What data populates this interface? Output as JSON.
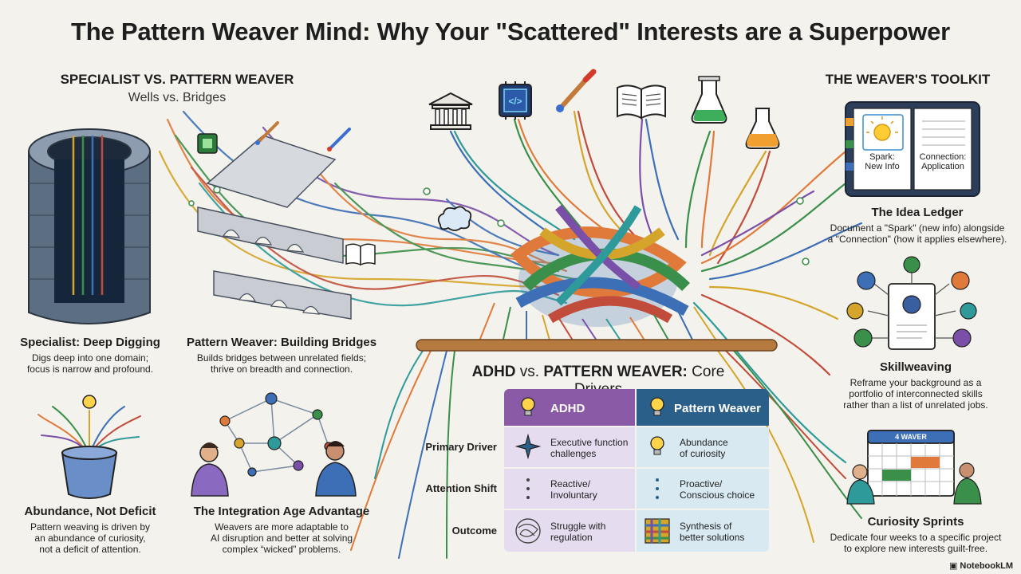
{
  "title": "The Pattern Weaver Mind: Why Your \"Scattered\" Interests are a Superpower",
  "left_section": {
    "heading": "SPECIALIST VS. PATTERN WEAVER",
    "subheading": "Wells vs. Bridges",
    "cards": [
      {
        "title": "Specialist: Deep Digging",
        "lines": [
          "Digs deep into one domain;",
          "focus is narrow and profound."
        ]
      },
      {
        "title": "Pattern Weaver: Building Bridges",
        "lines": [
          "Builds bridges between unrelated fields;",
          "thrive on breadth and connection."
        ]
      },
      {
        "title": "Abundance, Not Deficit",
        "lines": [
          "Pattern weaving is driven by",
          "an abundance of curiosity,",
          "not a deficit of attention."
        ]
      },
      {
        "title": "The Integration Age Advantage",
        "lines": [
          "Weavers are more adaptable to",
          "AI disruption and better at solving",
          "complex “wicked” problems."
        ]
      }
    ]
  },
  "table": {
    "title_bold": "ADHD",
    "title_mid": " vs. ",
    "title_bold2": "PATTERN WEAVER:",
    "title_rest": " Core Drivers",
    "col_adhd": "ADHD",
    "col_weaver": "Pattern Weaver",
    "rows": [
      {
        "label": "Primary Driver",
        "adhd": [
          "Executive function",
          "challenges"
        ],
        "weaver": [
          "Abundance",
          "of curiosity"
        ]
      },
      {
        "label": "Attention Shift",
        "adhd": [
          "Reactive/",
          "Involuntary"
        ],
        "weaver": [
          "Proactive/",
          "Conscious choice"
        ]
      },
      {
        "label": "Outcome",
        "adhd": [
          "Struggle with",
          "regulation"
        ],
        "weaver": [
          "Synthesis of",
          "better solutions"
        ]
      }
    ]
  },
  "toolkit": {
    "heading": "THE WEAVER'S TOOLKIT",
    "ledger": {
      "spark": [
        "Spark:",
        "New Info"
      ],
      "connection": [
        "Connection:",
        "Application"
      ]
    },
    "calendar_label": "4 WAVER",
    "cards": [
      {
        "title": "The Idea Ledger",
        "lines": [
          "Document a \"Spark\" (new info) alongside",
          "a \"Connection\" (how it applies elsewhere)."
        ]
      },
      {
        "title": "Skillweaving",
        "lines": [
          "Reframe your background as a",
          "portfolio of interconnected skills",
          "rather than a list of unrelated jobs."
        ]
      },
      {
        "title": "Curiosity Sprints",
        "lines": [
          "Dedicate four weeks to a specific project",
          "to explore new interests guilt-free."
        ]
      }
    ]
  },
  "brand": "NotebookLM",
  "colors": {
    "adhd_header": "#8a5aa6",
    "adhd_cell": "#e6dcef",
    "weaver_header": "#2a5f8a",
    "weaver_cell": "#d8e9f1",
    "background": "#f4f2ec"
  }
}
